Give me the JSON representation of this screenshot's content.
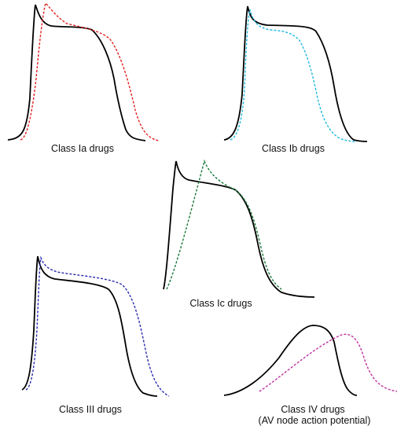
{
  "panels": [
    {
      "id": "class-ia",
      "caption": "Class Ia drugs",
      "drug_trace_color": "#e02020"
    },
    {
      "id": "class-ib",
      "caption": "Class Ib drugs",
      "drug_trace_color": "#20b8e0"
    },
    {
      "id": "class-ic",
      "caption": "Class Ic drugs",
      "drug_trace_color": "#1a7a3a"
    },
    {
      "id": "class-iii",
      "caption": "Class III drugs",
      "drug_trace_color": "#2a2ab0"
    },
    {
      "id": "class-iv",
      "caption": "Class IV drugs",
      "caption_line2": "(AV node action potential)",
      "drug_trace_color": "#c030a0"
    }
  ],
  "baseline_trace_color": "#000000"
}
